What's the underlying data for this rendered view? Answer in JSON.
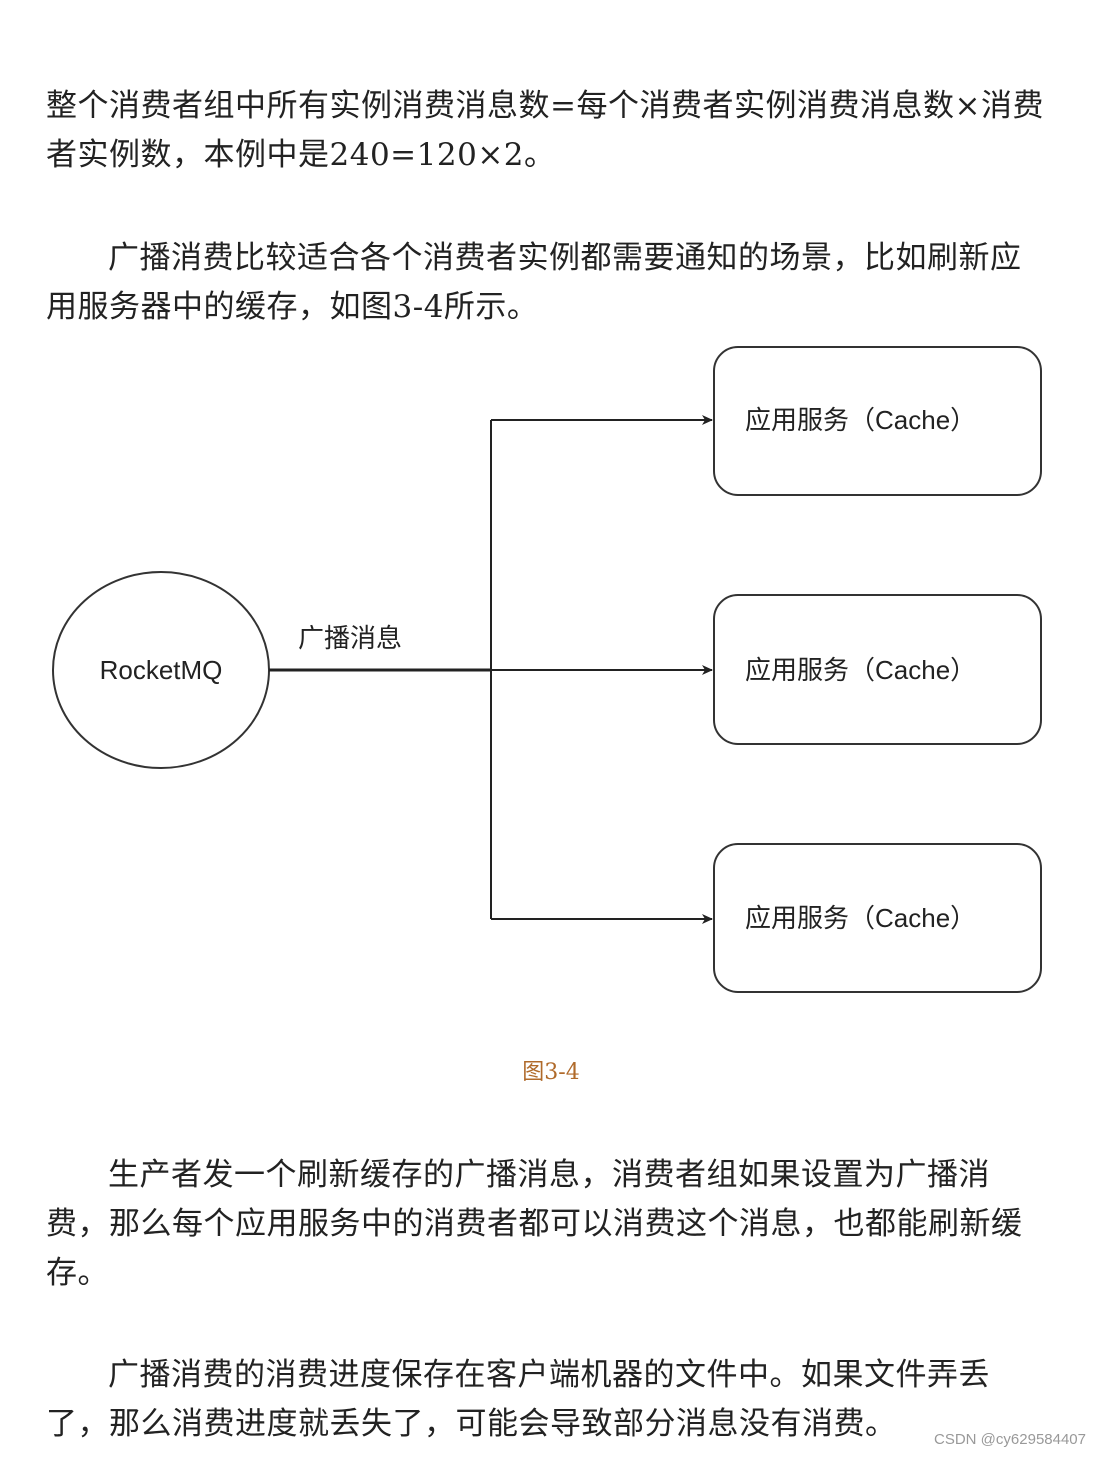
{
  "paragraphs": [
    "整个消费者组中所有实例消费消息数=每个消费者实例消费消息数×消费者实例数，本例中是240=120×2。",
    "广播消费比较适合各个消费者实例都需要通知的场景，比如刷新应用服务器中的缓存，如图3-4所示。",
    "生产者发一个刷新缓存的广播消息，消费者组如果设置为广播消费，那么每个应用服务中的消费者都可以消费这个消息，也都能刷新缓存。",
    "广播消费的消费进度保存在客户端机器的文件中。如果文件弄丢了，那么消费进度就丢失了，可能会导致部分消息没有消费。"
  ],
  "diagram": {
    "source": "RocketMQ",
    "edge_label": "广播消息",
    "targets": [
      "应用服务（Cache）",
      "应用服务（Cache）",
      "应用服务（Cache）"
    ]
  },
  "caption": "图3-4",
  "watermark": "CSDN @cy629584407"
}
